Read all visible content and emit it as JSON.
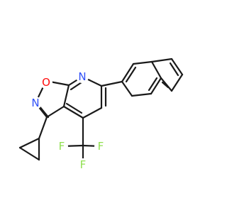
{
  "molecule": {
    "atoms": [
      {
        "label": "O",
        "color": "#ff0d0d"
      },
      {
        "label": "N",
        "color": "#3050f8"
      },
      {
        "label": "N",
        "color": "#3050f8"
      },
      {
        "label": "F",
        "color": "#90e050"
      },
      {
        "label": "F",
        "color": "#90e050"
      },
      {
        "label": "F",
        "color": "#90e050"
      }
    ],
    "bond_color": "#1a1a1a"
  }
}
